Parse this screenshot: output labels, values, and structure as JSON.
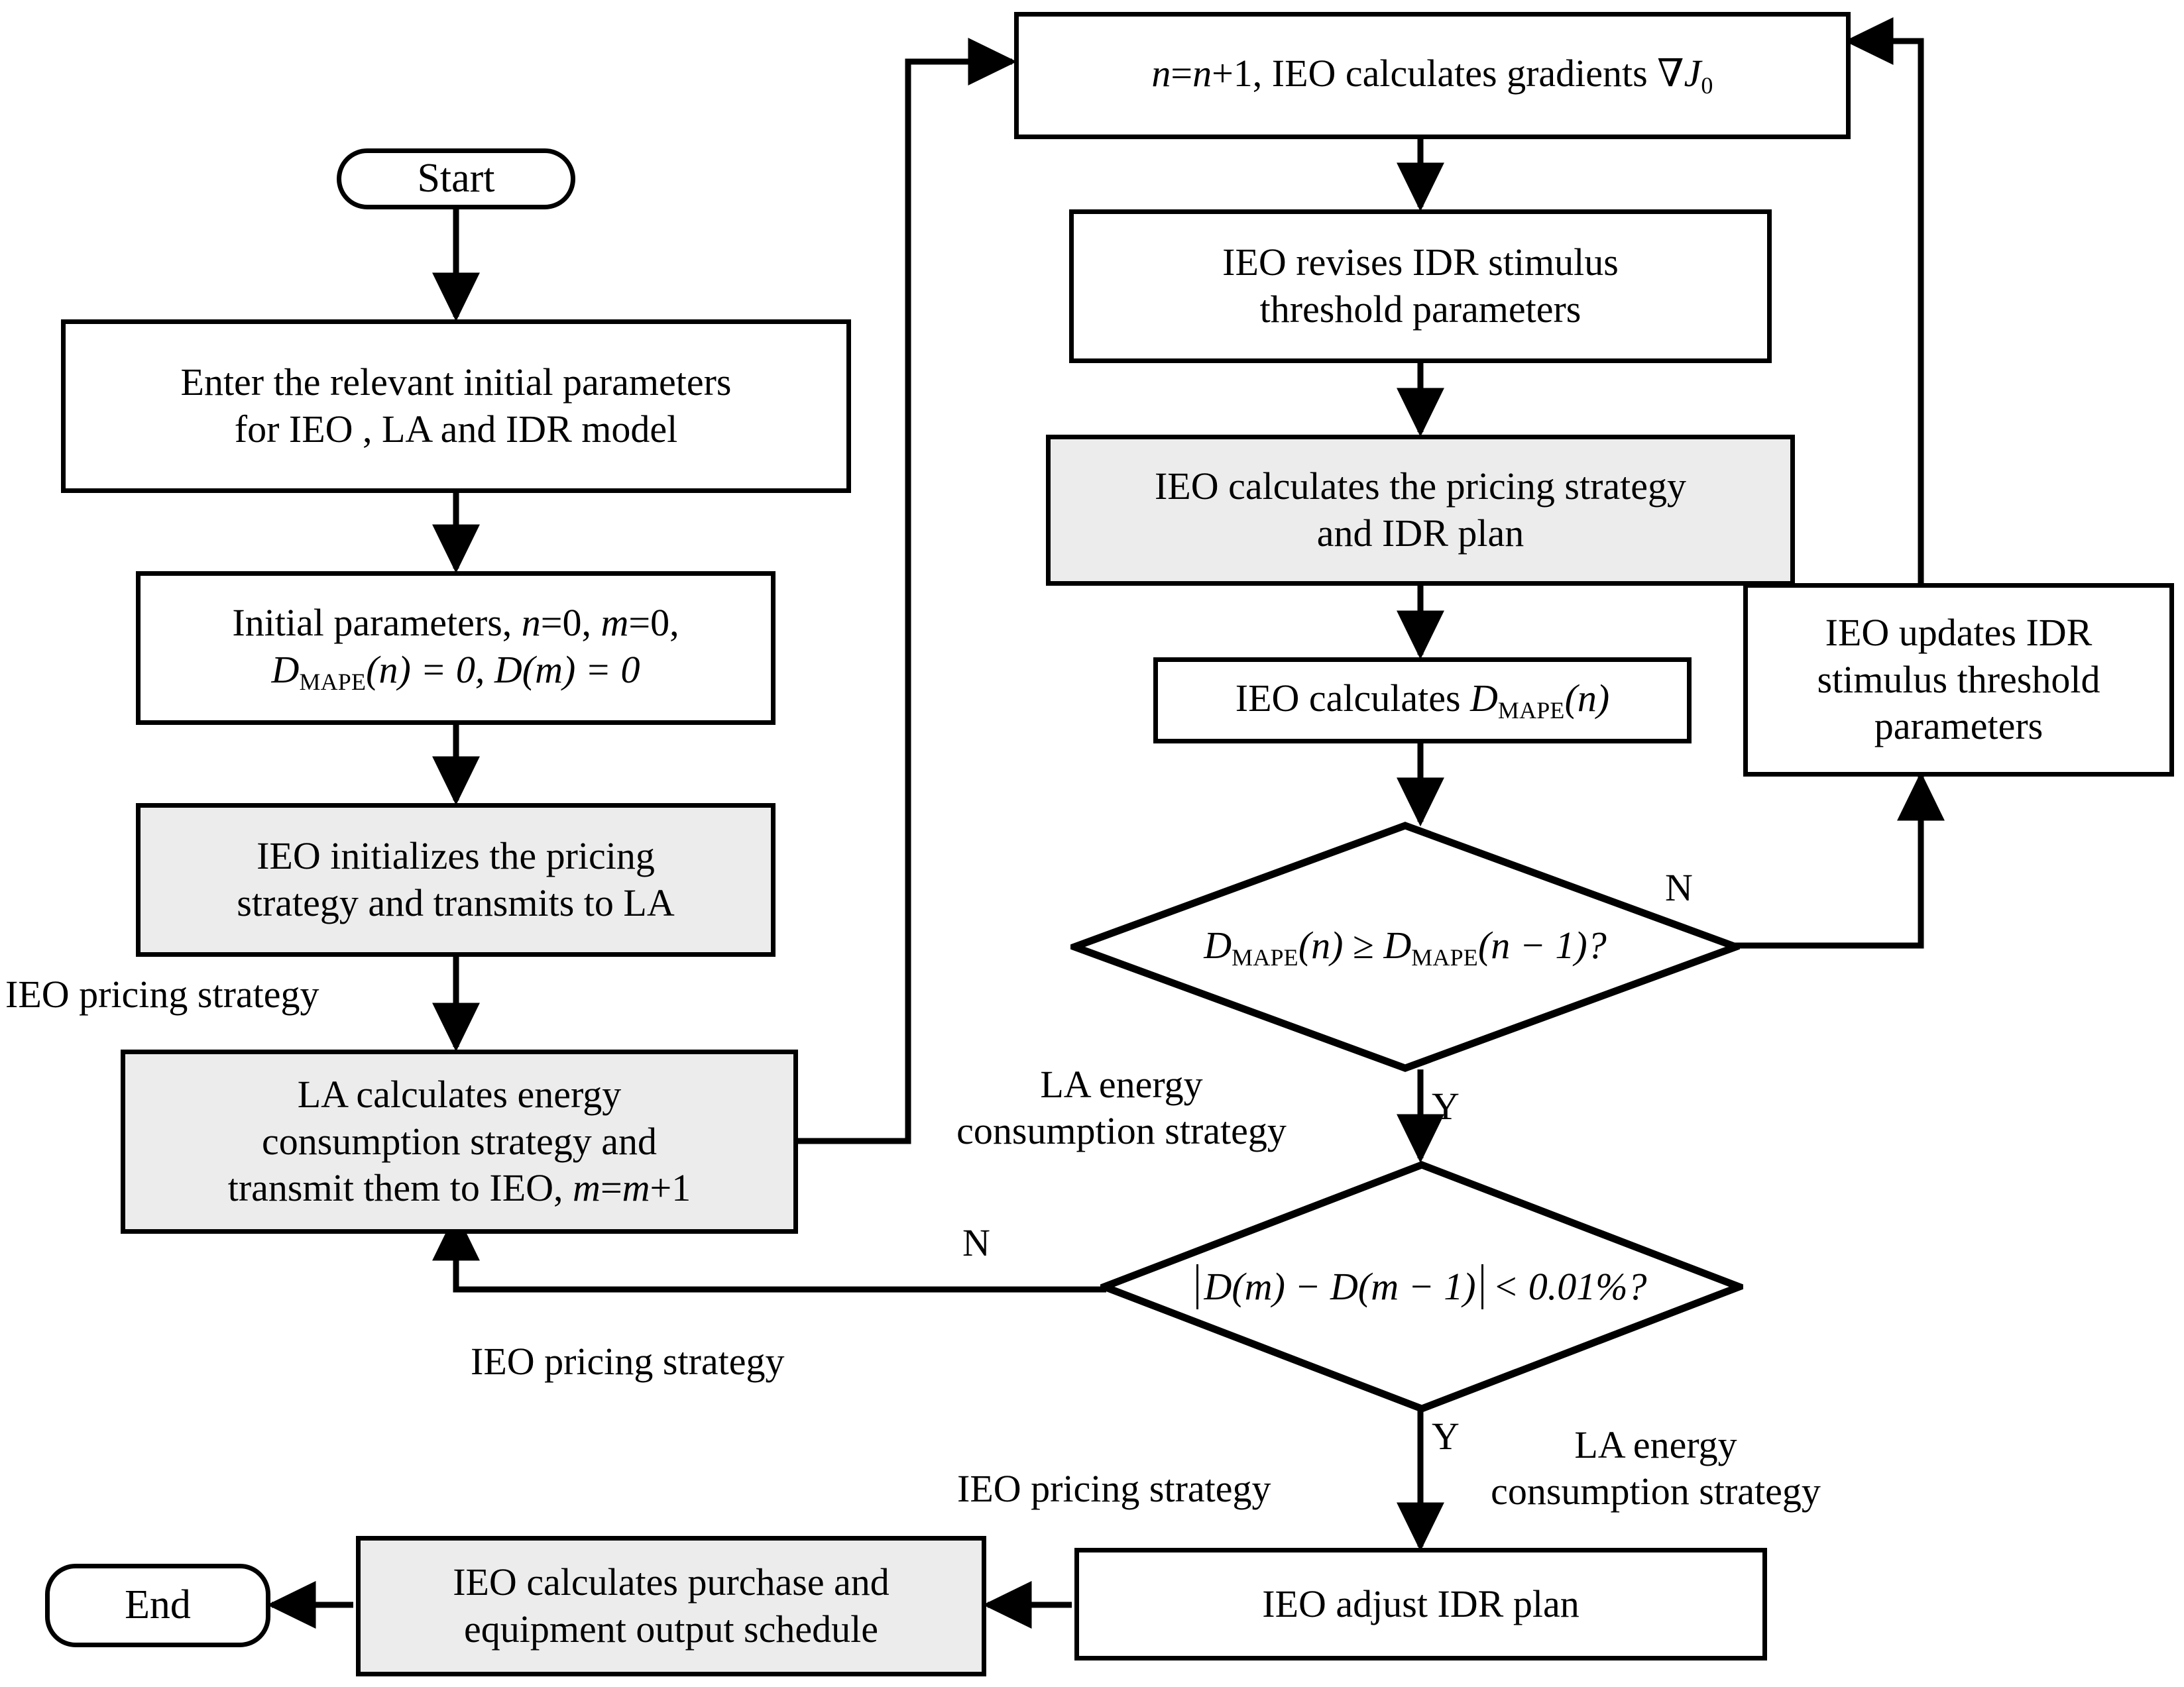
{
  "title": "IEO-LA-IDR bi-level iterative optimization flowchart",
  "colors": {
    "stroke": "#000000",
    "shaded_fill": "#ececec",
    "plain_fill": "#ffffff",
    "background": "#ffffff"
  },
  "nodes": {
    "start": {
      "label": "Start",
      "shape": "terminal",
      "shaded": false
    },
    "enter_params": {
      "line1": "Enter the relevant initial parameters",
      "line2": "for IEO , LA and IDR model",
      "shape": "process",
      "shaded": false
    },
    "initial_params": {
      "line1_pre": "Initial parameters, ",
      "line1_n": "n",
      "line1_mid": "=0, ",
      "line1_m": "m",
      "line1_post": "=0,",
      "line2_D": "D",
      "line2_sub": "MAPE",
      "line2_rest": "(n) = 0, D(m) = 0",
      "shape": "process",
      "shaded": false
    },
    "ieo_init_pricing": {
      "line1": "IEO initializes the pricing",
      "line2": "strategy and transmits to LA",
      "shape": "process",
      "shaded": true
    },
    "la_calculates": {
      "line1": "LA calculates energy",
      "line2": "consumption strategy and",
      "line3_pre": "transmit them to IEO, ",
      "line3_m": "m",
      "line3_post": "=",
      "line3_m2": "m",
      "line3_end": "+1",
      "shape": "process",
      "shaded": true
    },
    "n_plus_one": {
      "pre": "n",
      "eq": "=",
      "n2": "n",
      "mid": "+1, IEO calculates gradients  ",
      "nabla": "∇",
      "J": "J",
      "Jsub": "0",
      "shape": "process",
      "shaded": false
    },
    "ieo_revises": {
      "line1": "IEO revises IDR stimulus",
      "line2": "threshold parameters",
      "shape": "process",
      "shaded": false
    },
    "ieo_calc_pricing": {
      "line1": "IEO calculates the pricing strategy",
      "line2": "and IDR plan",
      "shape": "process",
      "shaded": true
    },
    "ieo_calc_dmape": {
      "pre": "IEO calculates  ",
      "D": "D",
      "sub": "MAPE",
      "arg": "(n)",
      "shape": "process",
      "shaded": false
    },
    "ieo_updates": {
      "line1": "IEO updates IDR",
      "line2": "stimulus threshold",
      "line3": "parameters",
      "shape": "process",
      "shaded": false
    },
    "decision_mape": {
      "D1": "D",
      "sub1": "MAPE",
      "arg1": "(n)",
      "op": " ≥ ",
      "D2": "D",
      "sub2": "MAPE",
      "arg2": "(n − 1)?",
      "shape": "decision"
    },
    "decision_conv": {
      "abs_expr": "D(m) − D(m − 1)",
      "tail": " < 0.01%?",
      "shape": "decision"
    },
    "ieo_adjust": {
      "label": "IEO adjust IDR plan",
      "shape": "process",
      "shaded": false
    },
    "ieo_purchase": {
      "line1": "IEO calculates purchase and",
      "line2": "equipment output schedule",
      "shape": "process",
      "shaded": true
    },
    "end": {
      "label": "End",
      "shape": "terminal",
      "shaded": false
    }
  },
  "edge_labels": {
    "ieo_pricing_strategy_left": "IEO pricing strategy",
    "la_energy_line1": "LA energy",
    "la_energy_line2": "consumption strategy",
    "ieo_pricing_strategy_mid": "IEO pricing strategy",
    "ieo_pricing_strategy_bottom": "IEO pricing strategy",
    "la_energy_bottom_line1": "LA energy",
    "la_energy_bottom_line2": "consumption strategy"
  },
  "branch_labels": {
    "mape_no": "N",
    "mape_yes": "Y",
    "conv_no": "N",
    "conv_yes": "Y"
  }
}
